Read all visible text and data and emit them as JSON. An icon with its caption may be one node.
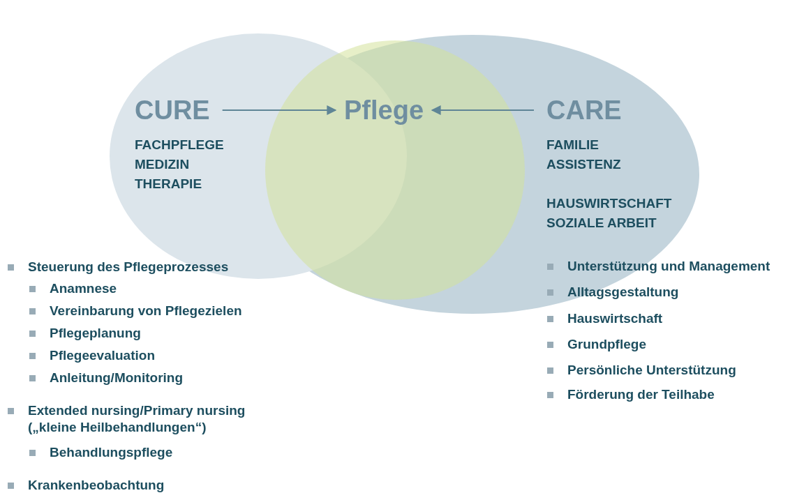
{
  "diagram": {
    "nodes": [
      {
        "text": [
          "CURE"
        ]
      },
      {
        "text": [
          "Pflege"
        ]
      },
      {
        "text": [
          "CARE"
        ]
      }
    ],
    "edges": [
      {
        "from": 0,
        "to": 1,
        "arrow": "to"
      },
      {
        "from": 2,
        "to": 1,
        "arrow": "to"
      }
    ],
    "labels": [
      "FACHPFLEGE MEDIZIN THERAPIE",
      "FAMILIE ASSISTENZ",
      "HAUSWIRTSCHAFT SOZIALE ARBEIT",
      "Steuerung des Pflegeprozesses",
      "Anamnese",
      "Vereinbarung von Pflegezielen",
      "Pflegeplanung",
      "Pflegeevaluation",
      "Anleitung/Monitoring",
      "Extended nursing/Primary nursing („kleine Heilbehandlungen“)",
      "Behandlungspflege",
      "Krankenbeobachtung",
      "Unterstützung und Management",
      "Alltagsgestaltung",
      "Hauswirtschaft",
      "Grundpflege",
      "Persönliche Unterstützung",
      "Förderung der Teilhabe"
    ]
  }
}
